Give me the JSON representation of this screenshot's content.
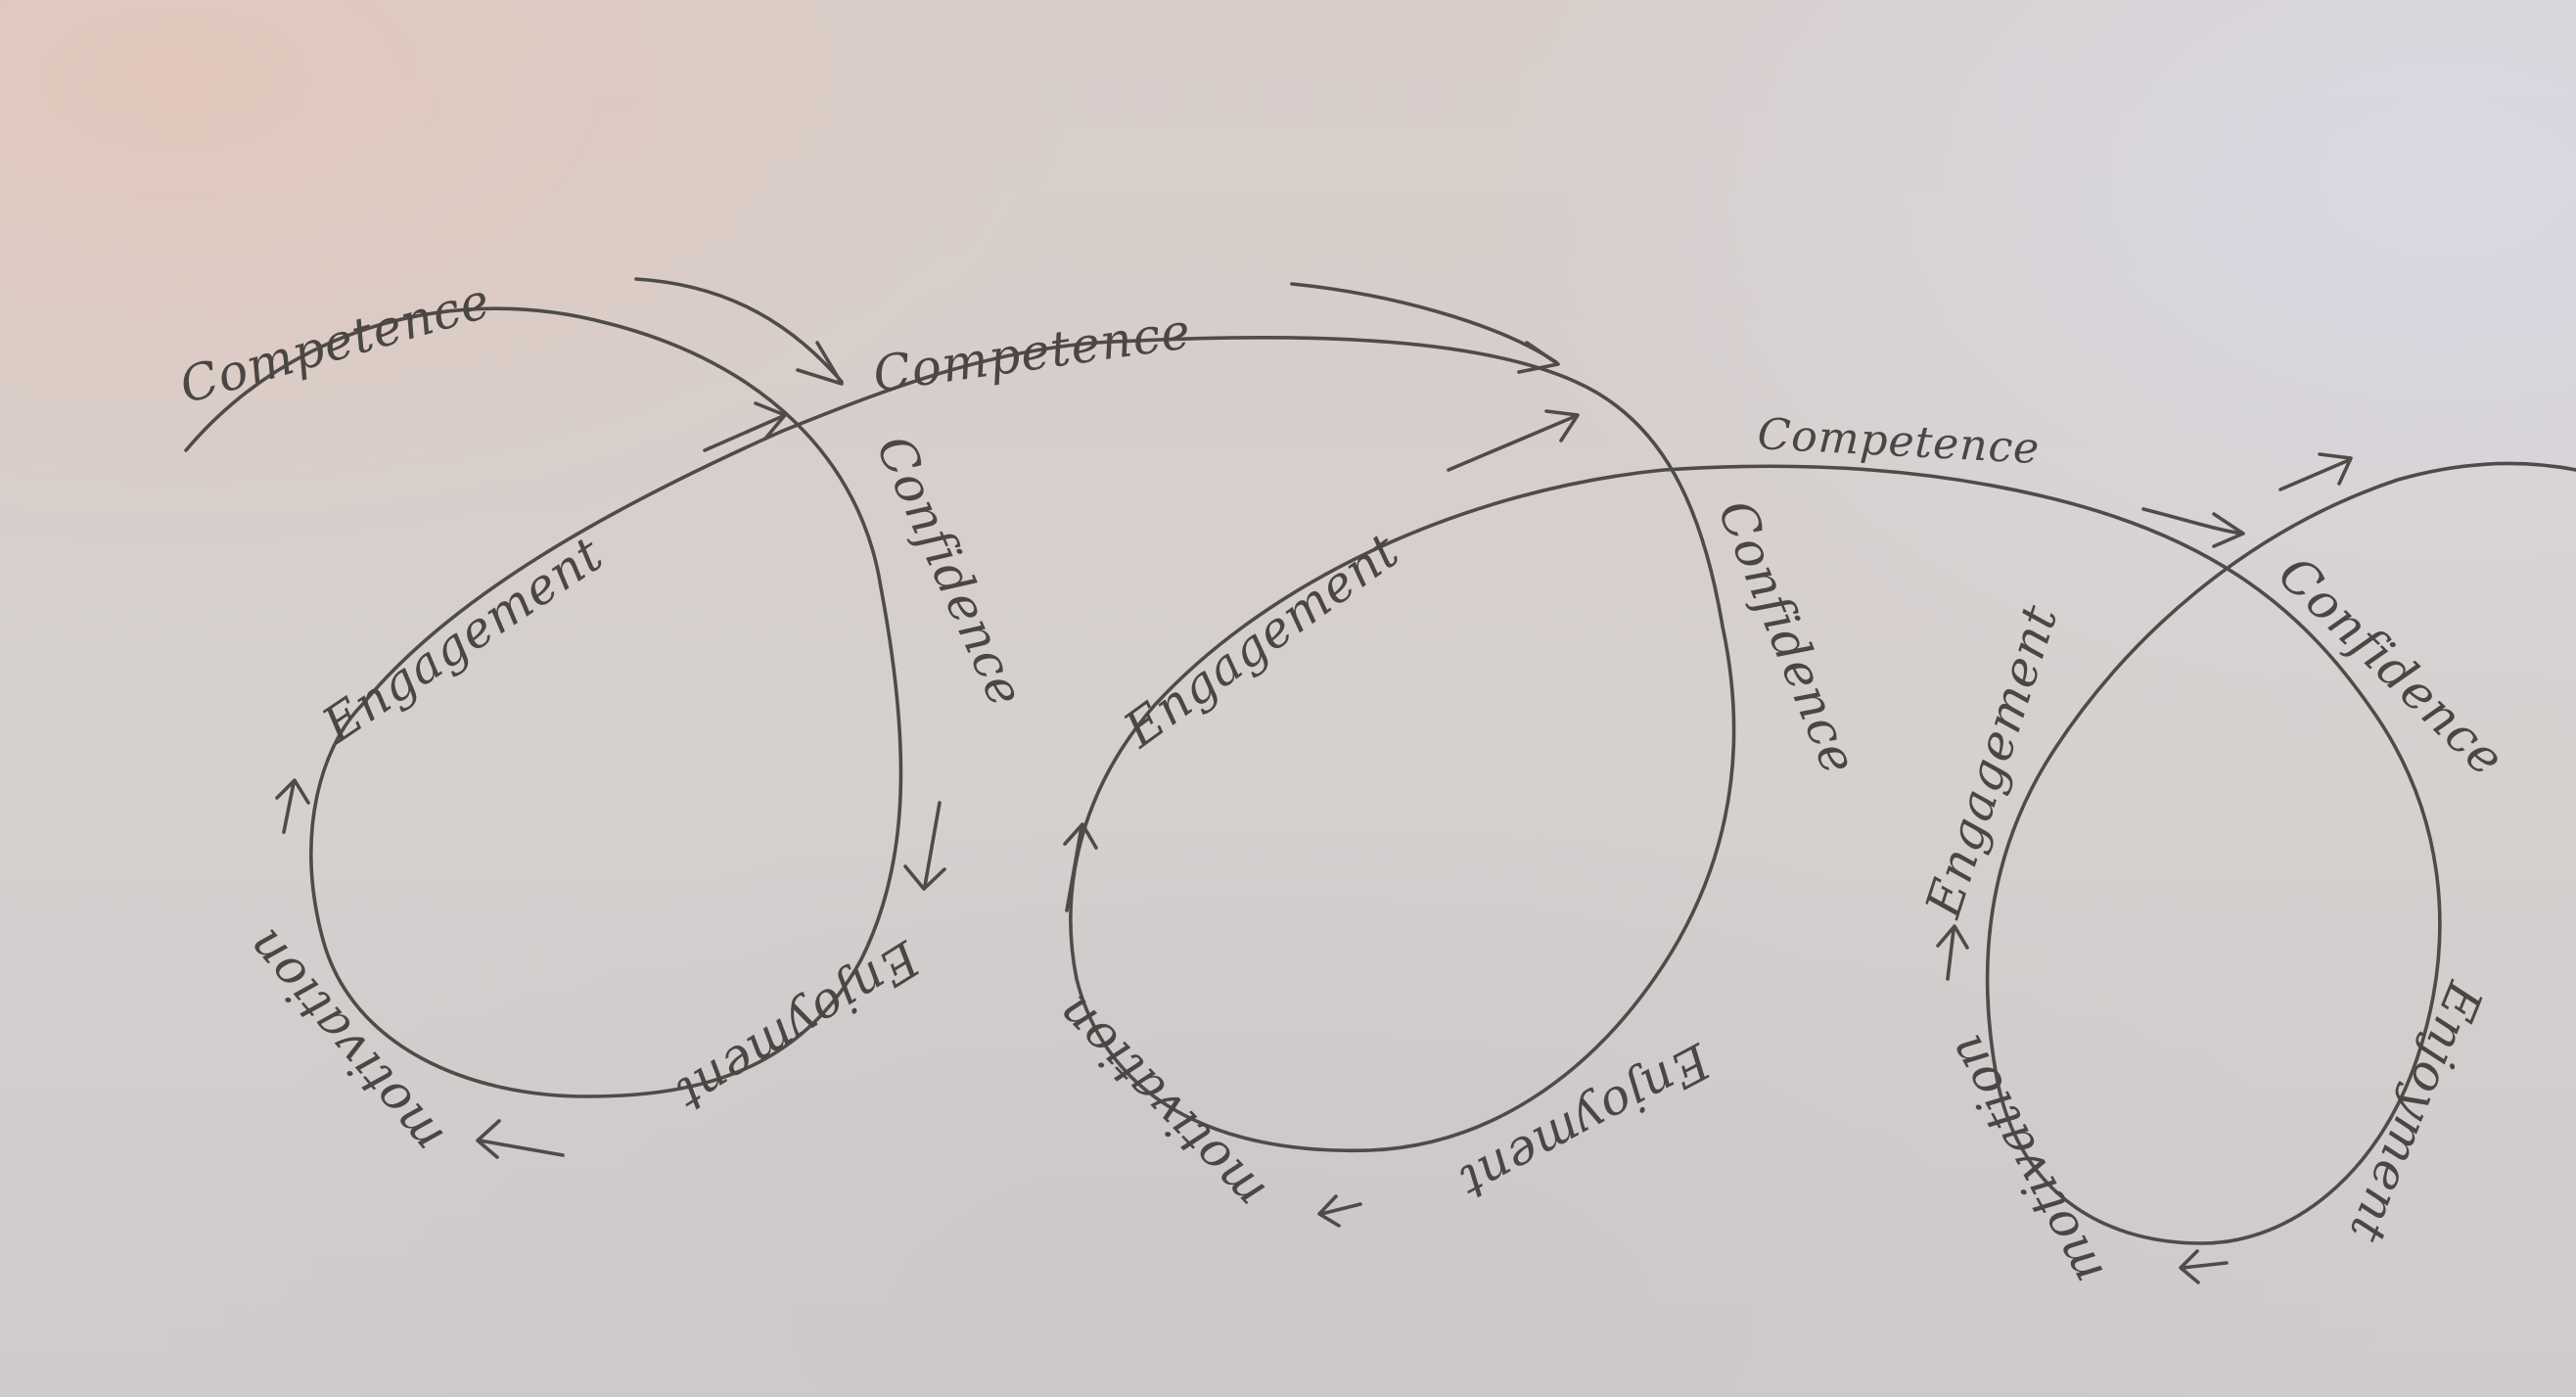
{
  "loops": [
    {
      "competence": "Competence",
      "confidence": "Confidence",
      "enjoyment": "Enjoyment",
      "motivation": "motivation",
      "engagement": "Engagement"
    },
    {
      "competence": "Competence",
      "confidence": "Confidence",
      "enjoyment": "Enjoyment",
      "motivation": "motivation",
      "engagement": "Engagement"
    },
    {
      "competence": "Competence",
      "confidence": "Confidence",
      "enjoyment": "Enjoyment",
      "motivation": "motivation",
      "engagement": "Engagement"
    }
  ],
  "colors": {
    "pencil": "#4f4b49",
    "paper": "#d8cfcc"
  }
}
